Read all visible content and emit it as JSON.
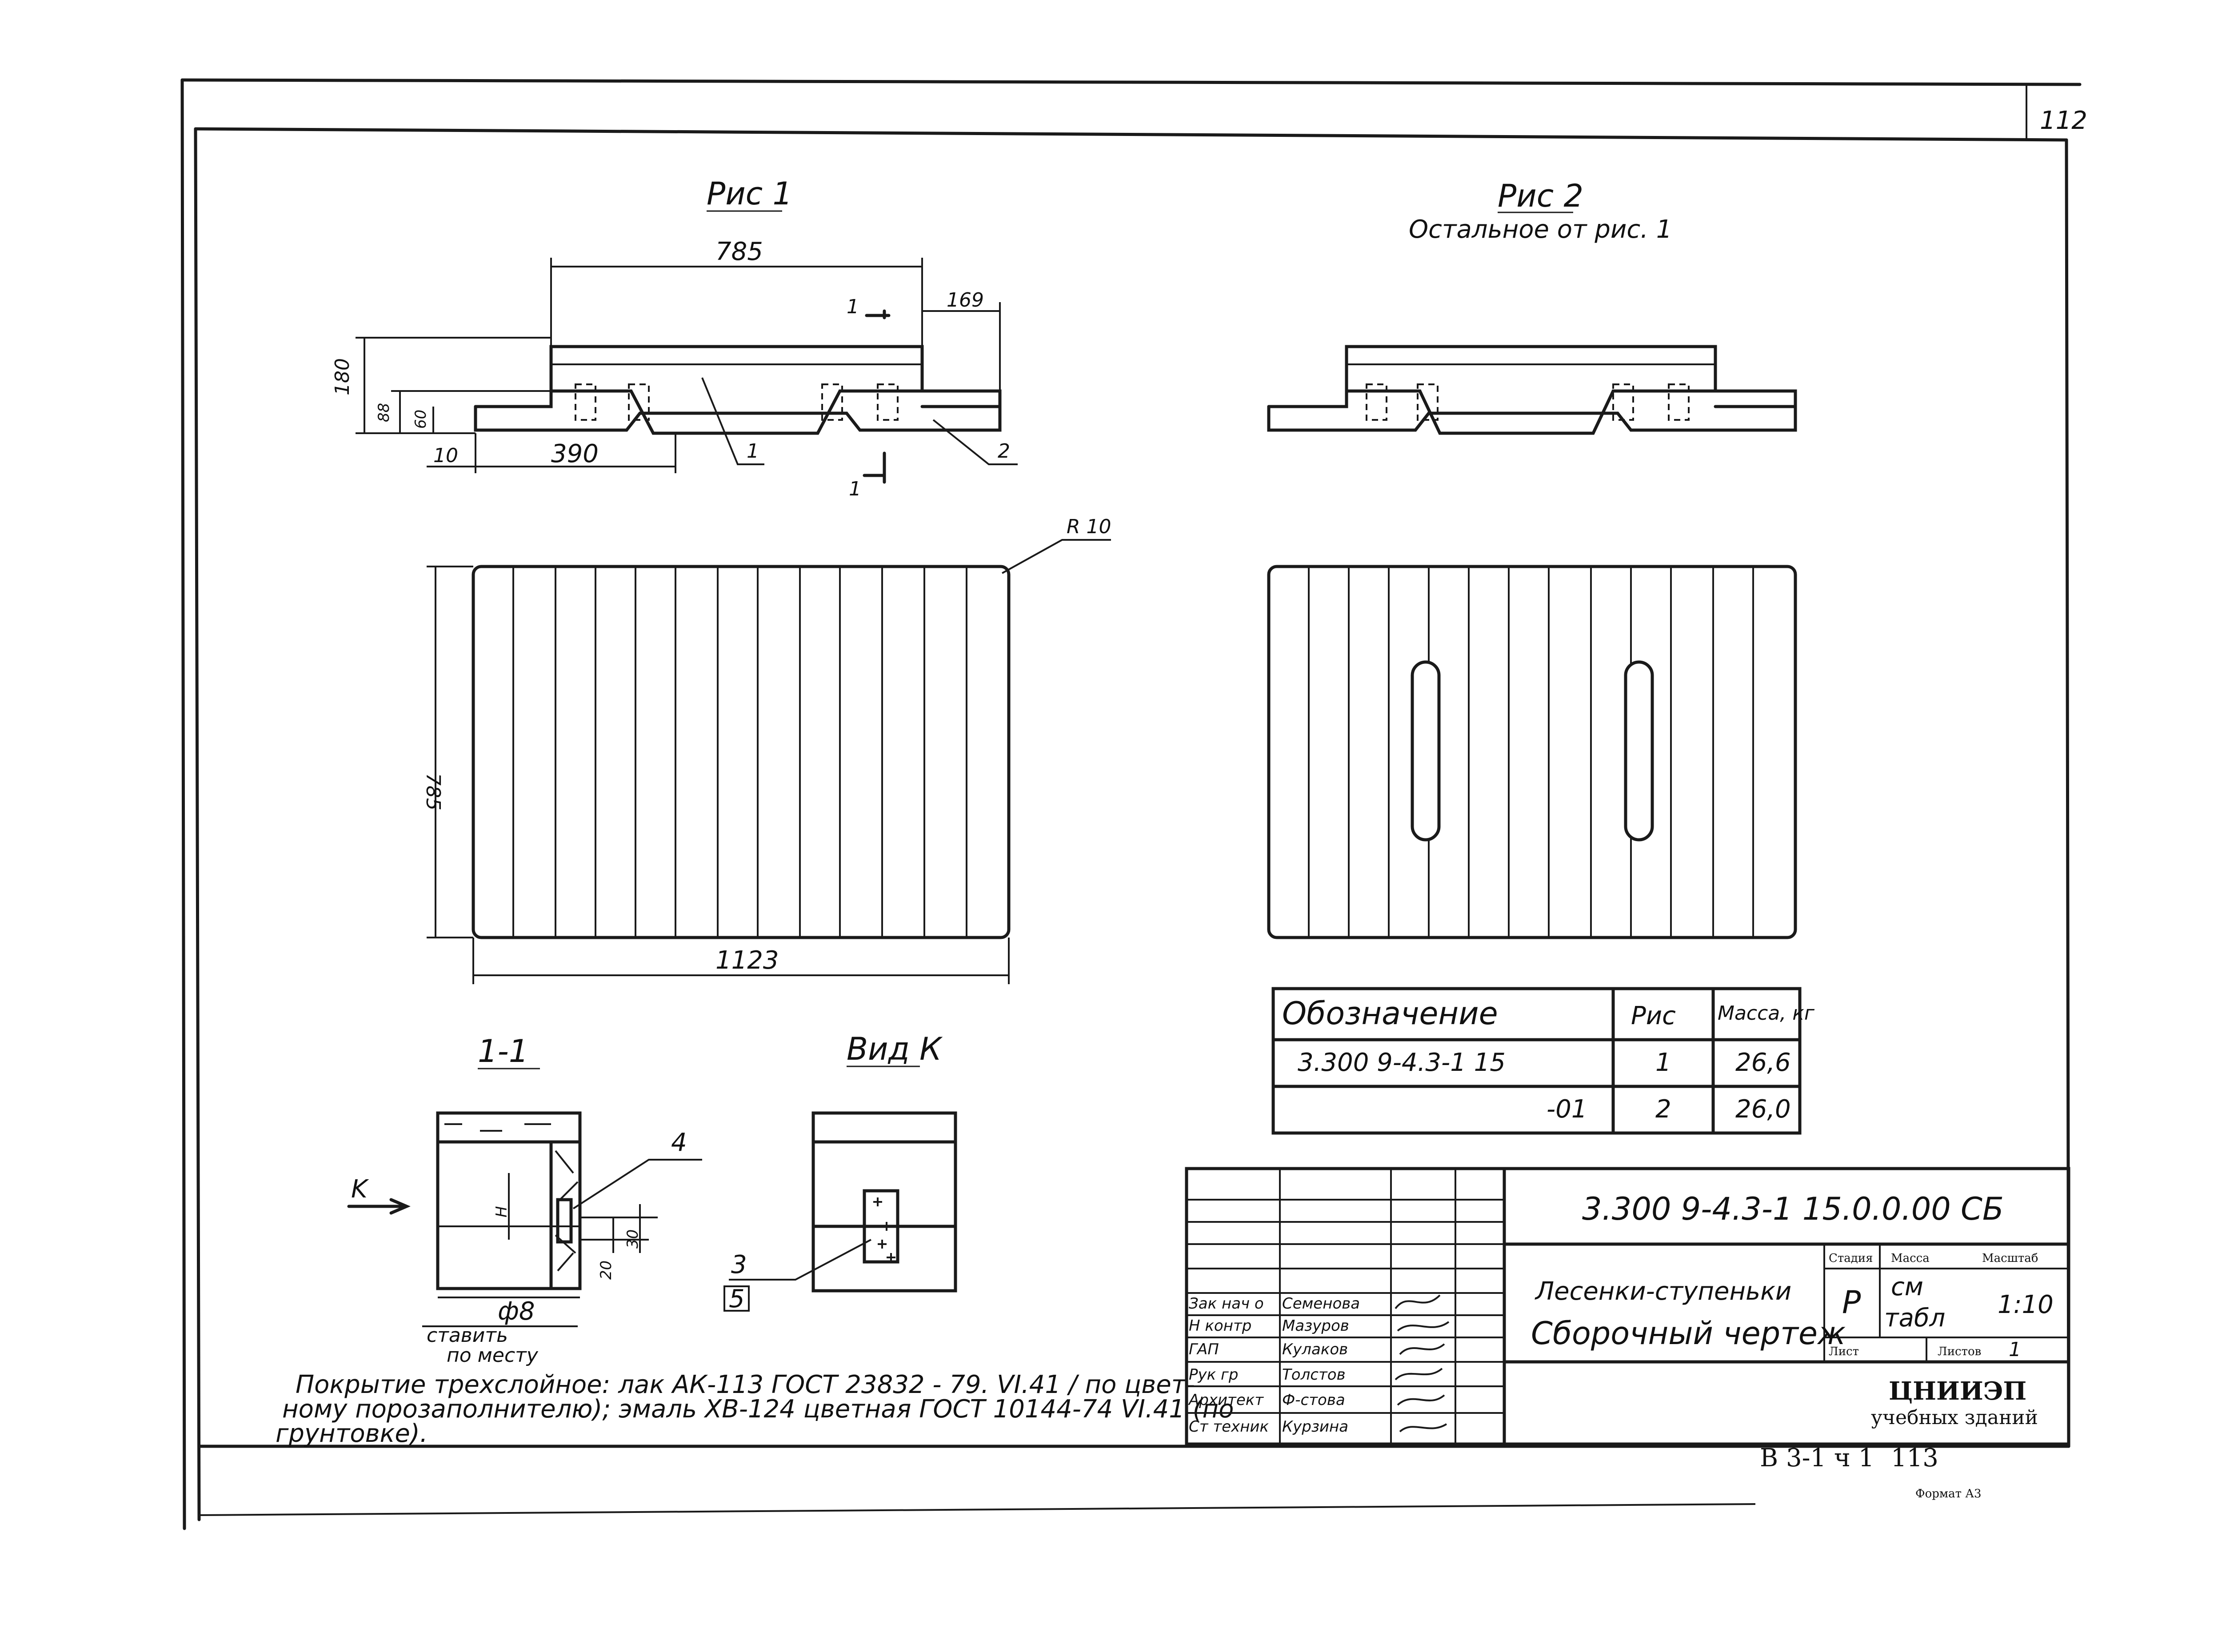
{
  "sheet_number": "112",
  "fig1": {
    "title": "Рис 1",
    "dims": {
      "length_top": "785",
      "d169": "169",
      "h180": "180",
      "h88": "88",
      "h60": "60",
      "d10": "10",
      "d390": "390",
      "width_plan": "1123",
      "depth_plan": "785",
      "radius": "R 10"
    },
    "callouts": {
      "part1": "1",
      "part2": "2",
      "section_top": "1",
      "section_bottom": "1"
    }
  },
  "fig2": {
    "title": "Рис 2",
    "subtitle": "Остальное от рис. 1"
  },
  "section": {
    "title": "1-1",
    "arrow_label": "K",
    "callout4": "4",
    "dim_h": "H",
    "dim_20": "20",
    "dim_30": "30",
    "dia": "ф8",
    "note_line1": "ставить",
    "note_line2": "по месту"
  },
  "view": {
    "title": "Вид К",
    "callout_top": "3",
    "callout_bottom": "5"
  },
  "spec_table": {
    "headers": [
      "Обозначение",
      "Рис",
      "Масса, кг"
    ],
    "rows": [
      [
        "3.300 9-4.3-1 15",
        "1",
        "26,6"
      ],
      [
        "-01",
        "2",
        "26,0"
      ]
    ]
  },
  "coating_note": [
    "Покрытие трехслойное: лак АК-113 ГОСТ 23832 - 79. VI.41 / по цвет-",
    "ному порозаполнителю); эмаль ХВ-124 цветная ГОСТ 10144-74 VI.41 (по",
    "грунтовке)."
  ],
  "title_block": {
    "code": "3.300 9-4.3-1 15.0.0.00 СБ",
    "name_line1": "Лесенки-ступеньки",
    "name_line2": "Сборочный чертеж",
    "stage_header": "Стадия",
    "mass_header": "Масса",
    "scale_header": "Масштаб",
    "stage": "Р",
    "mass_line1": "см",
    "mass_line2": "табл",
    "scale": "1:10",
    "sheet_label": "Лист",
    "sheets_label": "Листов",
    "sheets_value": "1",
    "org_line1": "ЦНИИЭП",
    "org_line2": "учебных зданий",
    "signers": [
      {
        "role": "Зак нач о",
        "name": "Семенова"
      },
      {
        "role": "Н контр",
        "name": "Мазуров"
      },
      {
        "role": "ГАП",
        "name": "Кулаков"
      },
      {
        "role": "Рук гр",
        "name": "Толстов"
      },
      {
        "role": "Архитект",
        "name": "Ф-стова"
      },
      {
        "role": "Ст техник",
        "name": "Курзина"
      }
    ]
  },
  "footer": {
    "album": "В 3-1 ч 1",
    "page": "113",
    "format": "Формат А3"
  }
}
